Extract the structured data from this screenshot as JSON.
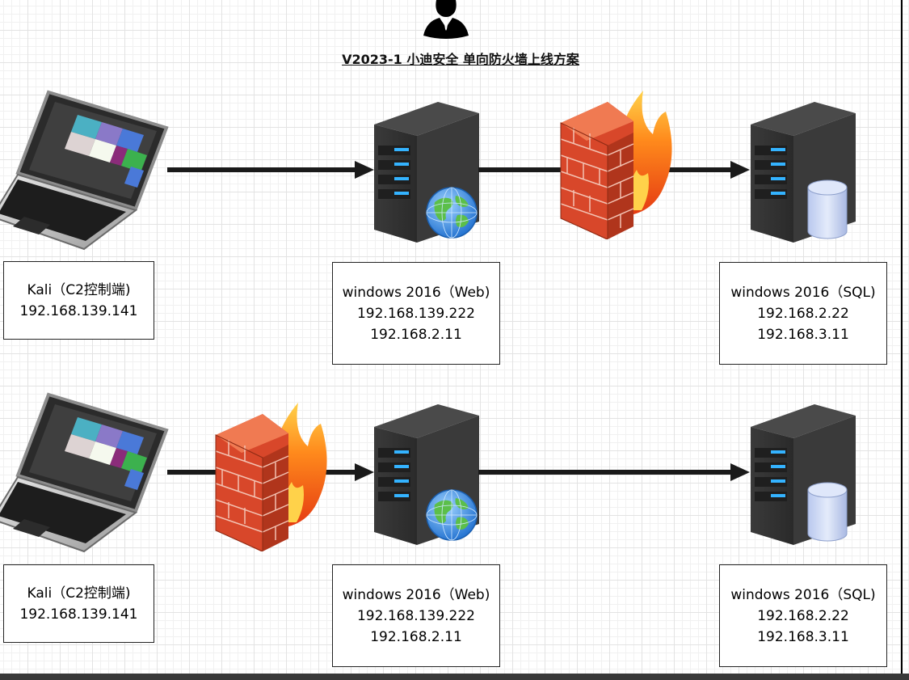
{
  "title": "V2023-1 小迪安全 单向防火墙上线方案",
  "icons": [
    "hacker-icon",
    "laptop-icon",
    "server-icon",
    "globe-icon",
    "firewall-icon",
    "database-icon",
    "arrow-icon"
  ],
  "rows": [
    {
      "firewall_position": "between-web-and-sql",
      "kali": {
        "line1": "Kali（C2控制端)",
        "line2": "192.168.139.141"
      },
      "web": {
        "line1": "windows 2016（Web)",
        "line2": "192.168.139.222",
        "line3": "192.168.2.11"
      },
      "sql": {
        "line1": "windows 2016（SQL)",
        "line2": "192.168.2.22",
        "line3": "192.168.3.11"
      }
    },
    {
      "firewall_position": "between-kali-and-web",
      "kali": {
        "line1": "Kali（C2控制端)",
        "line2": "192.168.139.141"
      },
      "web": {
        "line1": "windows 2016（Web)",
        "line2": "192.168.139.222",
        "line3": "192.168.2.11"
      },
      "sql": {
        "line1": "windows 2016（SQL)",
        "line2": "192.168.2.22",
        "line3": "192.168.3.11"
      }
    }
  ]
}
